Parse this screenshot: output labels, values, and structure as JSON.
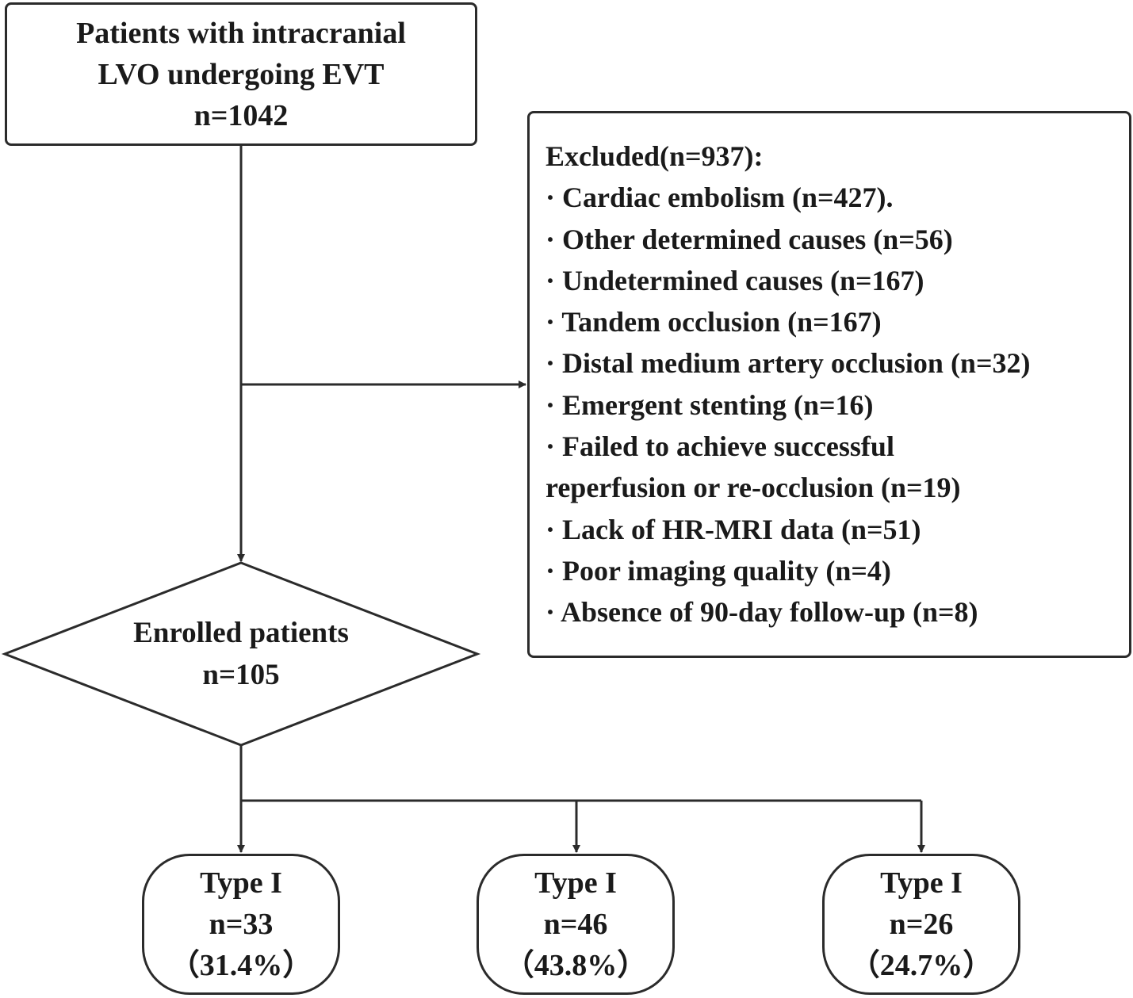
{
  "top": {
    "line1": "Patients with intracranial",
    "line2": "LVO undergoing EVT",
    "line3": "n=1042"
  },
  "excluded": {
    "heading": "Excluded(n=937):",
    "items": [
      "· Cardiac embolism (n=427).",
      "· Other determined causes (n=56)",
      "· Undetermined causes (n=167)",
      "· Tandem occlusion (n=167)",
      "· Distal medium artery occlusion (n=32)",
      "· Emergent stenting (n=16)",
      "· Failed to achieve successful",
      "reperfusion or re-occlusion (n=19)",
      "· Lack of HR-MRI data (n=51)",
      "· Poor imaging quality (n=4)",
      "· Absence of 90-day follow-up (n=8)"
    ]
  },
  "enrolled": {
    "line1": "Enrolled patients",
    "line2": "n=105"
  },
  "types": [
    {
      "label": "Type I",
      "n": "n=33",
      "pct": "（31.4%）"
    },
    {
      "label": "Type I",
      "n": "n=46",
      "pct": "（43.8%）"
    },
    {
      "label": "Type I",
      "n": "n=26",
      "pct": "（24.7%）"
    }
  ]
}
